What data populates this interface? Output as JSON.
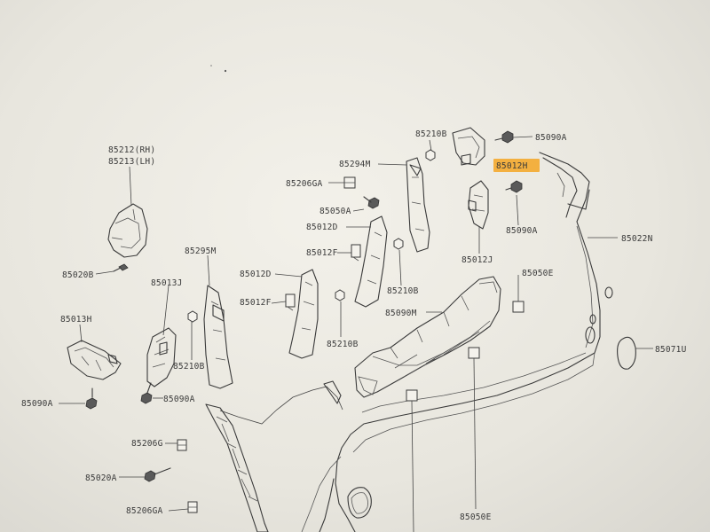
{
  "labels": {
    "l85212": "85212(RH)",
    "l85213": "85213(LH)",
    "l85020B": "85020B",
    "l85013J": "85013J",
    "l85295M": "85295M",
    "l85013H": "85013H",
    "l85090A_a": "85090A",
    "l85090A_b": "85090A",
    "l85210B_a": "85210B",
    "l85206G": "85206G",
    "l85020A": "85020A",
    "l85206GA_a": "85206GA",
    "l85206GA_b": "85206GA",
    "l85050A": "85050A",
    "l85294M": "85294M",
    "l85012D_a": "85012D",
    "l85012F_a": "85012F",
    "l85012D_b": "85012D",
    "l85012F_b": "85012F",
    "l85210B_b": "85210B",
    "l85210B_c": "85210B",
    "l85210B_d": "85210B",
    "l85090M": "85090M",
    "l85012H": "85012H",
    "l85090A_c": "85090A",
    "l85090A_d": "85090A",
    "l85012J": "85012J",
    "l85050E_a": "85050E",
    "l85050E_b": "85050E",
    "l85022N": "85022N",
    "l85071U": "85071U"
  },
  "colors": {
    "highlight": "#f5a623",
    "ink": "#3a3a3a",
    "paper": "#f2f0e9"
  }
}
